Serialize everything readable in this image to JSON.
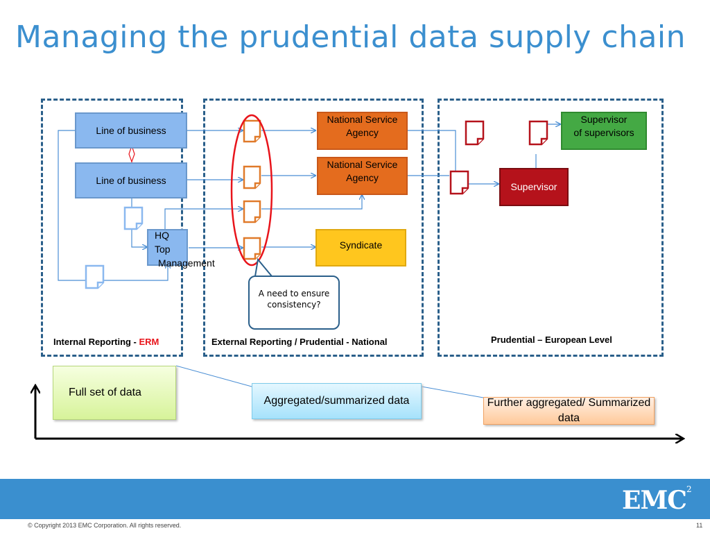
{
  "title": "Managing the prudential data supply chain",
  "panels": {
    "internal": {
      "label_prefix": "Internal Reporting - ",
      "label_highlight": "ERM"
    },
    "external": {
      "label": "External Reporting / Prudential - National"
    },
    "european": {
      "label": "Prudential – European Level"
    }
  },
  "nodes": {
    "lob1": "Line of business",
    "lob2": "Line of business",
    "hq_line1": "HQ",
    "hq_line2": "Top",
    "hq_line3": "Management",
    "nsa1": "National Service Agency",
    "nsa2": "National Service Agency",
    "syndicate": "Syndicate",
    "supervisor": "Supervisor",
    "sos_line1": "Supervisor",
    "sos_line2": "of supervisors"
  },
  "callout": "A need to ensure consistency?",
  "levels": {
    "full": "Full set of data",
    "aggregated": "Aggregated/summarized data",
    "further": "Further aggregated/ Summarized data"
  },
  "colors": {
    "title": "#3b8fcf",
    "panel_border": "#2a5f8a",
    "line_of_business": "#8ab8ef",
    "national_service_agency": "#e46c1e",
    "syndicate": "#ffc61e",
    "supervisor": "#b5121b",
    "supervisor_of_supervisors": "#44a944",
    "erm_text": "#e8141b",
    "footer_bar": "#3a8fcf"
  },
  "icons": [
    "document-icon",
    "callout-bubble",
    "red-ellipse-highlight",
    "axis-arrow-icon"
  ],
  "footer": {
    "copyright": "© Copyright 2013 EMC Corporation. All rights reserved.",
    "page": "11",
    "logo_text": "EMC",
    "logo_sup": "2"
  }
}
